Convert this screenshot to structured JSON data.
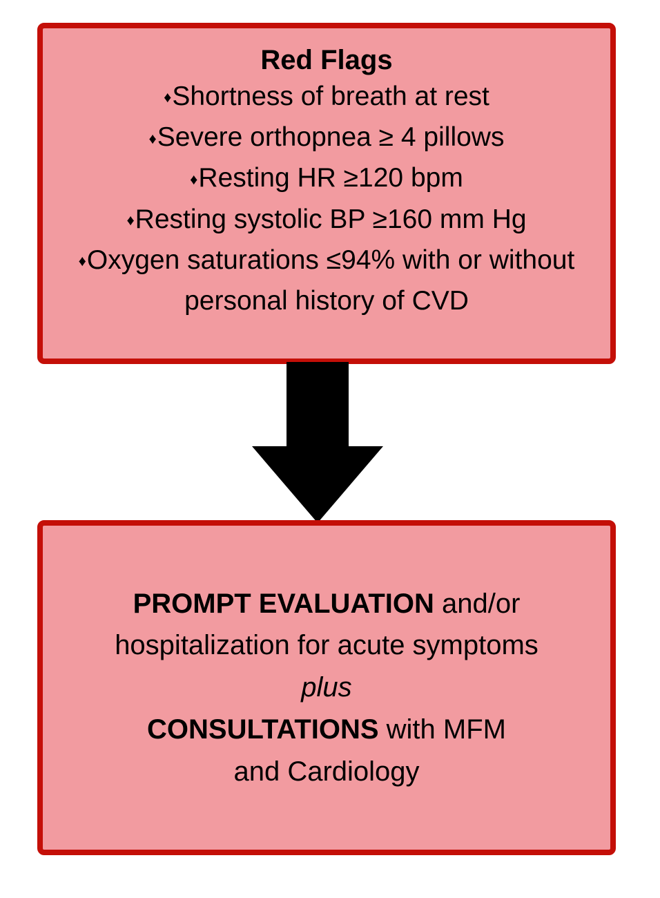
{
  "diagram": {
    "title": "Red Flags clinical escalation flowchart",
    "colors": {
      "box_fill": "#F29BA0",
      "box_border": "#C40F08",
      "arrow": "#000000",
      "text": "#000000",
      "background": "#FFFFFF"
    }
  },
  "red_flags_box": {
    "title": "Red Flags",
    "bullet_glyph": "♦",
    "items": [
      "Shortness of breath at rest",
      "Severe orthopnea ≥ 4 pillows",
      "Resting HR ≥120 bpm",
      "Resting systolic BP ≥160 mm Hg",
      "Oxygen saturations ≤94% with or without personal history of CVD"
    ]
  },
  "arrow": {
    "direction": "down",
    "icon": "down-arrow-icon"
  },
  "action_box": {
    "lines": [
      {
        "strong": "PROMPT EVALUATION",
        "normal": " and/or"
      },
      {
        "strong": "",
        "normal": "hospitalization for acute symptoms"
      },
      {
        "strong": "",
        "normal": "plus",
        "style": "italic"
      },
      {
        "strong": "CONSULTATIONS",
        "normal": " with MFM"
      },
      {
        "strong": "",
        "normal": "and Cardiology"
      }
    ],
    "line1_strong": "PROMPT EVALUATION",
    "line1_normal": " and/or",
    "line2": "hospitalization for acute symptoms",
    "line3_italic": "plus",
    "line4_strong": "CONSULTATIONS",
    "line4_normal": " with MFM",
    "line5": "and Cardiology"
  }
}
